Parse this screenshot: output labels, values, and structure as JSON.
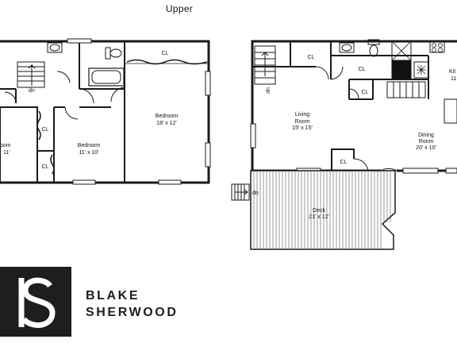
{
  "floor_label": "Upper",
  "rooms": {
    "room_left_partial": {
      "name": "oom",
      "size": "11'"
    },
    "bedroom_small": {
      "name": "Bedroom",
      "size": "11' x 10'"
    },
    "bedroom_large": {
      "name": "Bedroom",
      "size": "18' x 12'"
    },
    "living": {
      "name_line1": "Living",
      "name_line2": "Room",
      "size": "15' x 15'"
    },
    "dining": {
      "name_line1": "Dining",
      "name_line2": "Room",
      "size": "20' x 10'"
    },
    "kitchen_partial": {
      "name": "Kit",
      "size": "11"
    },
    "deck": {
      "name": "Deck",
      "size": "21' x 12'"
    }
  },
  "closets": {
    "label": "CL"
  },
  "stairs": {
    "down_label": "dn",
    "up_label": "up"
  },
  "brand": {
    "line1": "BLAKE",
    "line2": "SHERWOOD",
    "logo_icon": "bs-monogram-logo"
  },
  "colors": {
    "wall": "#1a1a1a",
    "deck_lines": "#555555",
    "logo_bg": "#1e1e1e"
  }
}
